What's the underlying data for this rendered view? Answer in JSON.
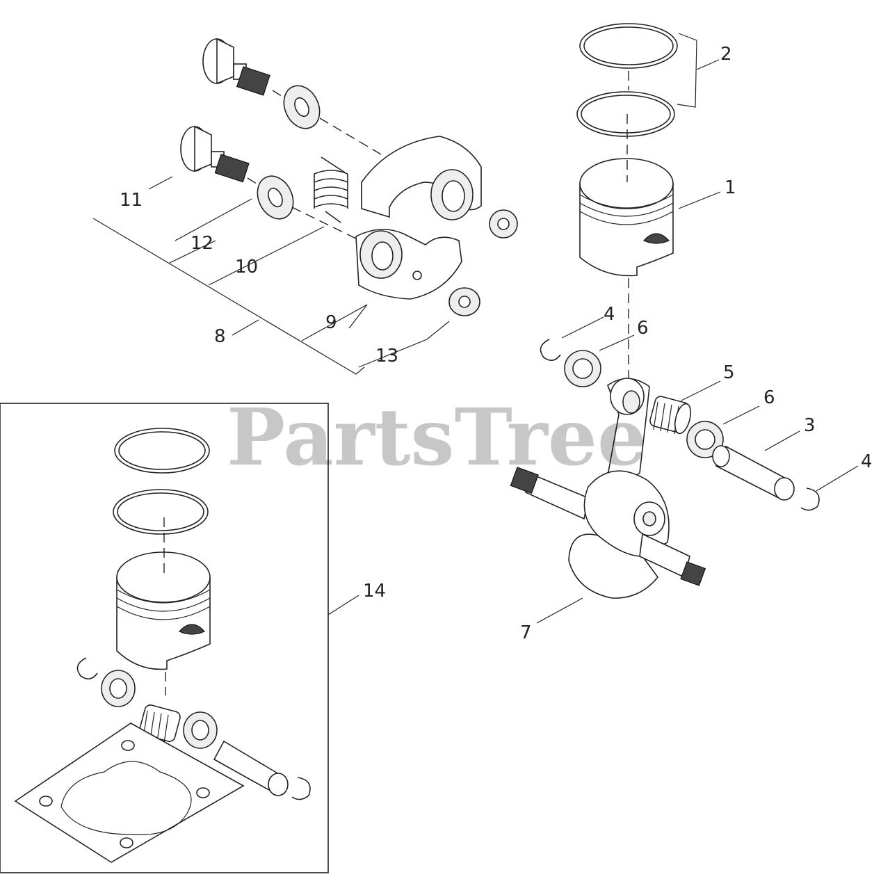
{
  "watermark": "PartsTree",
  "callouts": {
    "c1": "1",
    "c2": "2",
    "c3": "3",
    "c4a": "4",
    "c4b": "4",
    "c5": "5",
    "c6a": "6",
    "c6b": "6",
    "c7": "7",
    "c8": "8",
    "c9": "9",
    "c10": "10",
    "c11": "11",
    "c12": "12",
    "c13": "13",
    "c14": "14"
  }
}
